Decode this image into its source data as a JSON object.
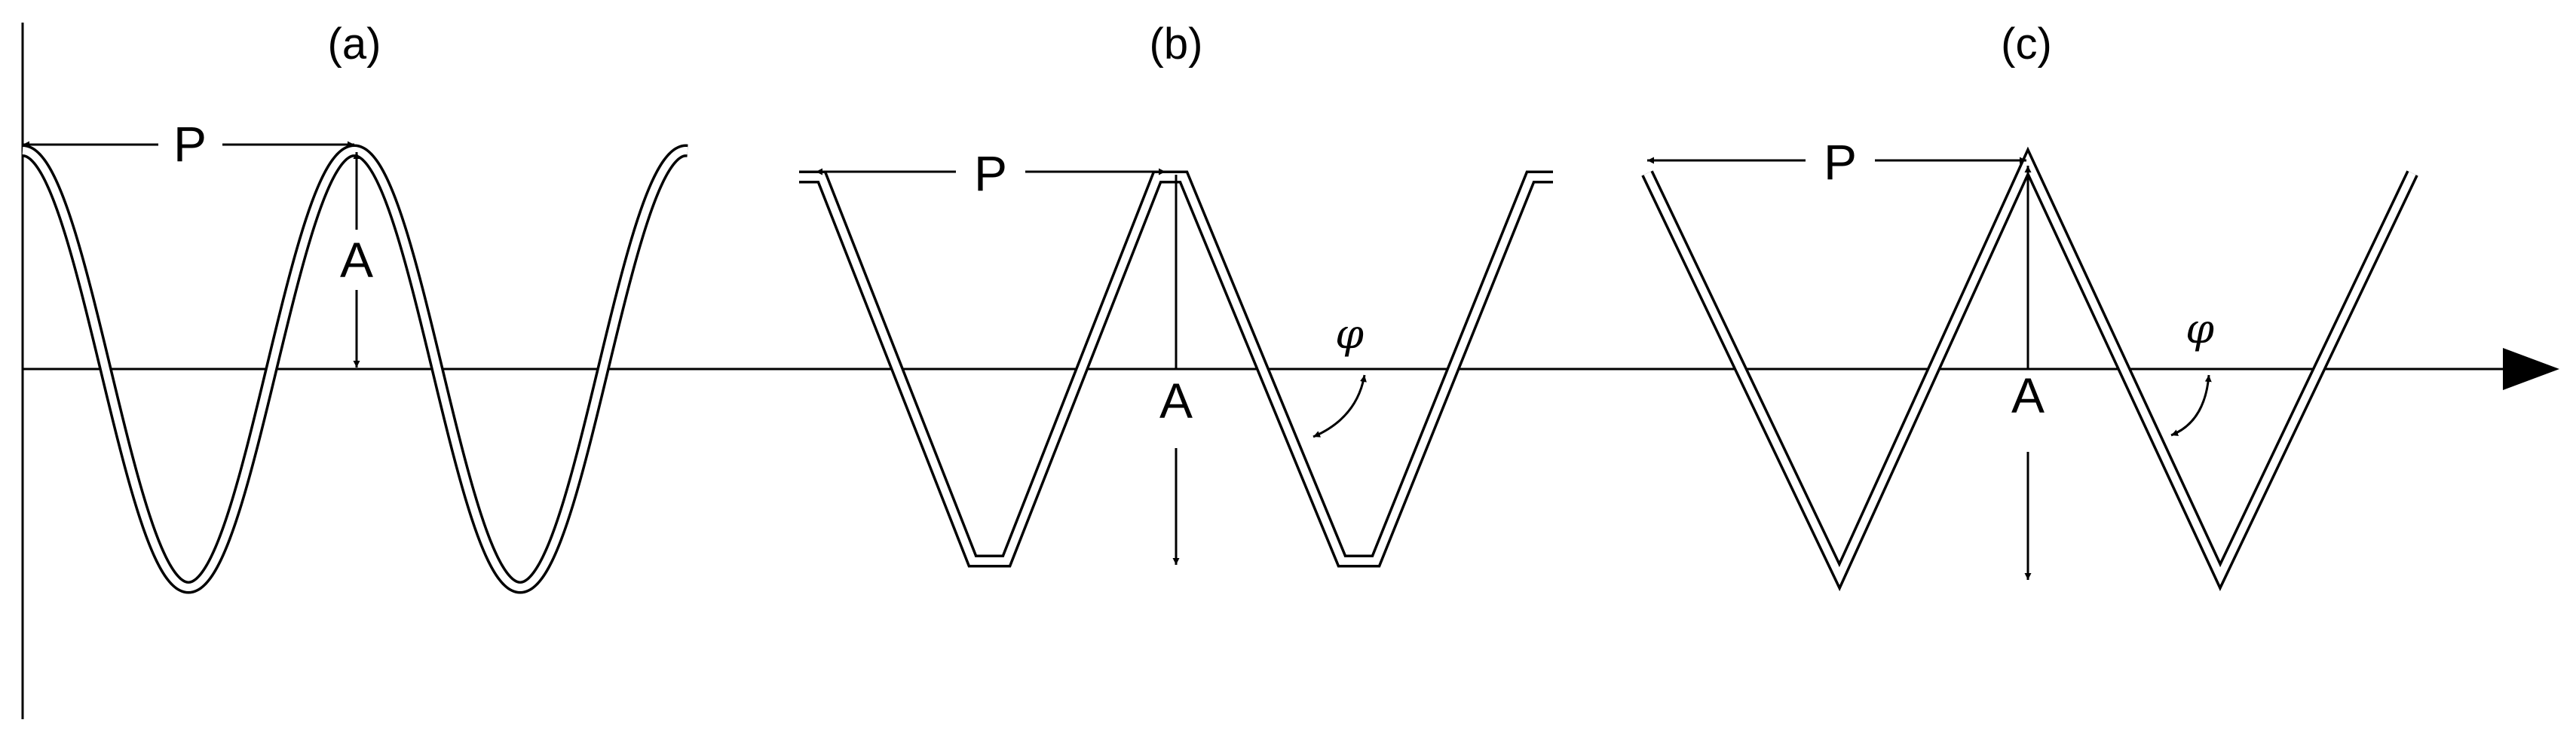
{
  "panels": [
    {
      "label": "(a)",
      "period_label": "P",
      "amplitude_label": "A"
    },
    {
      "label": "(b)",
      "period_label": "P",
      "amplitude_label": "A",
      "angle_label": "φ"
    },
    {
      "label": "(c)",
      "period_label": "P",
      "amplitude_label": "A",
      "angle_label": "φ"
    }
  ]
}
